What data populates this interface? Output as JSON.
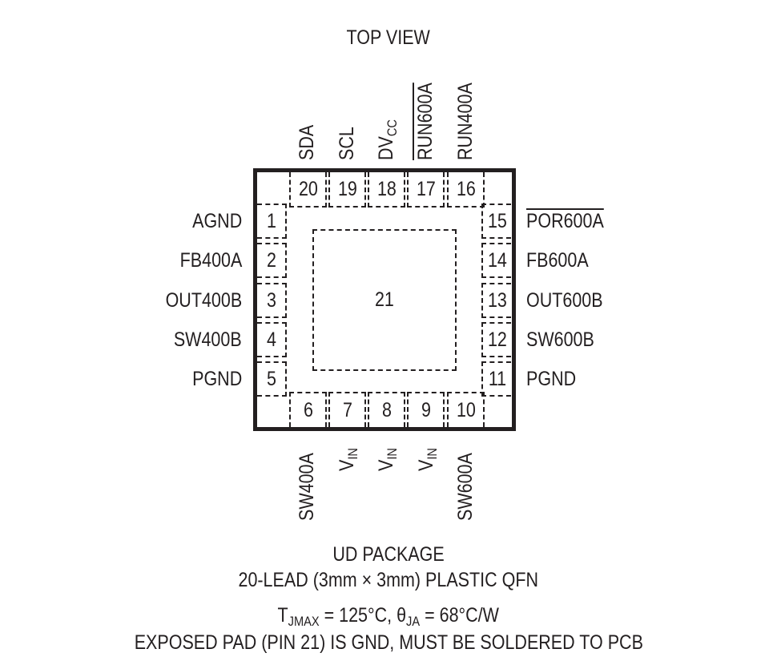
{
  "diagram": {
    "title": "TOP VIEW",
    "package_outline": {
      "color": "#231f20"
    },
    "exposed_pad": {
      "pin": "21"
    },
    "pins_top": [
      {
        "num": "20",
        "name": "SDA"
      },
      {
        "num": "19",
        "name": "SCL"
      },
      {
        "num": "18",
        "name_main": "DV",
        "name_sub": "CC"
      },
      {
        "num": "17",
        "name": "RUN600A",
        "overline": true
      },
      {
        "num": "16",
        "name": "RUN400A"
      }
    ],
    "pins_left": [
      {
        "num": "1",
        "name": "AGND"
      },
      {
        "num": "2",
        "name": "FB400A"
      },
      {
        "num": "3",
        "name": "OUT400B"
      },
      {
        "num": "4",
        "name": "SW400B"
      },
      {
        "num": "5",
        "name": "PGND"
      }
    ],
    "pins_right": [
      {
        "num": "15",
        "name": "POR600A",
        "overline": true
      },
      {
        "num": "14",
        "name": "FB600A"
      },
      {
        "num": "13",
        "name": "OUT600B"
      },
      {
        "num": "12",
        "name": "SW600B"
      },
      {
        "num": "11",
        "name": "PGND"
      }
    ],
    "pins_bottom": [
      {
        "num": "6",
        "name": "SW400A"
      },
      {
        "num": "7",
        "name_main": "V",
        "name_sub": "IN"
      },
      {
        "num": "8",
        "name_main": "V",
        "name_sub": "IN"
      },
      {
        "num": "9",
        "name_main": "V",
        "name_sub": "IN"
      },
      {
        "num": "10",
        "name": "SW600A"
      }
    ]
  },
  "footer": {
    "package_name": "UD PACKAGE",
    "package_desc": "20-LEAD (3mm × 3mm) PLASTIC QFN",
    "thermal": {
      "tj_main": "T",
      "tj_sub": "JMAX",
      "tj_value": " = 125°C, ",
      "theta_main": "θ",
      "theta_sub": "JA",
      "theta_value": " = 68°C/W"
    },
    "note": "EXPOSED PAD (PIN 21) IS GND, MUST BE SOLDERED TO PCB"
  }
}
